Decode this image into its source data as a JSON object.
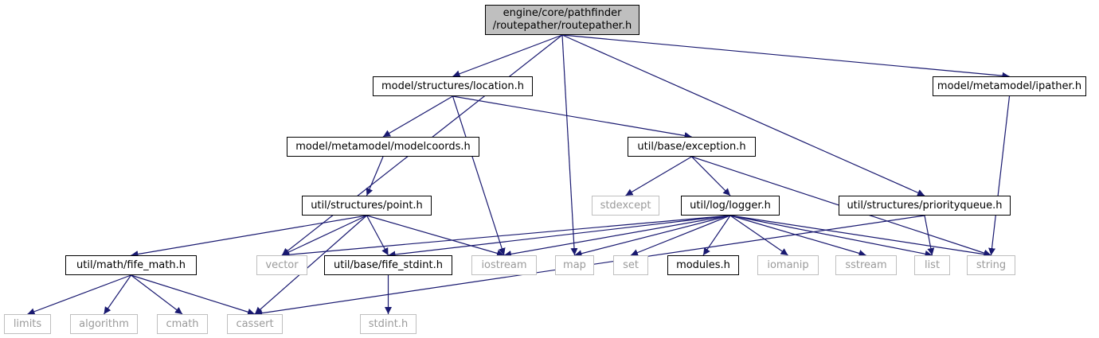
{
  "colors": {
    "edge": "#191970",
    "node_border": "#000000",
    "system_border": "#bfbfbf",
    "system_text": "#9a9a9a",
    "root_fill": "#bfbfbf"
  },
  "nodes": {
    "routepather": {
      "line1": "engine/core/pathfinder",
      "line2": "/routepather/routepather.h",
      "kind": "root"
    },
    "location": {
      "label": "model/structures/location.h",
      "kind": "project"
    },
    "ipather": {
      "label": "model/metamodel/ipather.h",
      "kind": "project"
    },
    "modelcoords": {
      "label": "model/metamodel/modelcoords.h",
      "kind": "project"
    },
    "exception": {
      "label": "util/base/exception.h",
      "kind": "project"
    },
    "point": {
      "label": "util/structures/point.h",
      "kind": "project"
    },
    "logger": {
      "label": "util/log/logger.h",
      "kind": "project"
    },
    "priorityqueue": {
      "label": "util/structures/priorityqueue.h",
      "kind": "project"
    },
    "stdexcept": {
      "label": "stdexcept",
      "kind": "system"
    },
    "fife_math": {
      "label": "util/math/fife_math.h",
      "kind": "project"
    },
    "vector": {
      "label": "vector",
      "kind": "system"
    },
    "fife_stdint": {
      "label": "util/base/fife_stdint.h",
      "kind": "project"
    },
    "iostream": {
      "label": "iostream",
      "kind": "system"
    },
    "map": {
      "label": "map",
      "kind": "system"
    },
    "set": {
      "label": "set",
      "kind": "system"
    },
    "modules": {
      "label": "modules.h",
      "kind": "project"
    },
    "iomanip": {
      "label": "iomanip",
      "kind": "system"
    },
    "sstream": {
      "label": "sstream",
      "kind": "system"
    },
    "list": {
      "label": "list",
      "kind": "system"
    },
    "string": {
      "label": "string",
      "kind": "system"
    },
    "limits": {
      "label": "limits",
      "kind": "system"
    },
    "algorithm": {
      "label": "algorithm",
      "kind": "system"
    },
    "cmath": {
      "label": "cmath",
      "kind": "system"
    },
    "cassert": {
      "label": "cassert",
      "kind": "system"
    },
    "stdint": {
      "label": "stdint.h",
      "kind": "system"
    }
  },
  "edges": [
    [
      "routepather",
      "location"
    ],
    [
      "routepather",
      "vector"
    ],
    [
      "routepather",
      "map"
    ],
    [
      "routepather",
      "priorityqueue"
    ],
    [
      "routepather",
      "ipather"
    ],
    [
      "location",
      "modelcoords"
    ],
    [
      "location",
      "exception"
    ],
    [
      "location",
      "iostream"
    ],
    [
      "modelcoords",
      "point"
    ],
    [
      "exception",
      "stdexcept"
    ],
    [
      "exception",
      "logger"
    ],
    [
      "exception",
      "string"
    ],
    [
      "point",
      "fife_math"
    ],
    [
      "point",
      "cassert"
    ],
    [
      "point",
      "vector"
    ],
    [
      "point",
      "fife_stdint"
    ],
    [
      "point",
      "iostream"
    ],
    [
      "logger",
      "vector"
    ],
    [
      "logger",
      "fife_stdint"
    ],
    [
      "logger",
      "iostream"
    ],
    [
      "logger",
      "map"
    ],
    [
      "logger",
      "set"
    ],
    [
      "logger",
      "modules"
    ],
    [
      "logger",
      "iomanip"
    ],
    [
      "logger",
      "sstream"
    ],
    [
      "logger",
      "list"
    ],
    [
      "logger",
      "string"
    ],
    [
      "priorityqueue",
      "list"
    ],
    [
      "priorityqueue",
      "cassert"
    ],
    [
      "ipather",
      "string"
    ],
    [
      "fife_math",
      "limits"
    ],
    [
      "fife_math",
      "algorithm"
    ],
    [
      "fife_math",
      "cmath"
    ],
    [
      "fife_math",
      "cassert"
    ],
    [
      "fife_stdint",
      "stdint"
    ]
  ]
}
